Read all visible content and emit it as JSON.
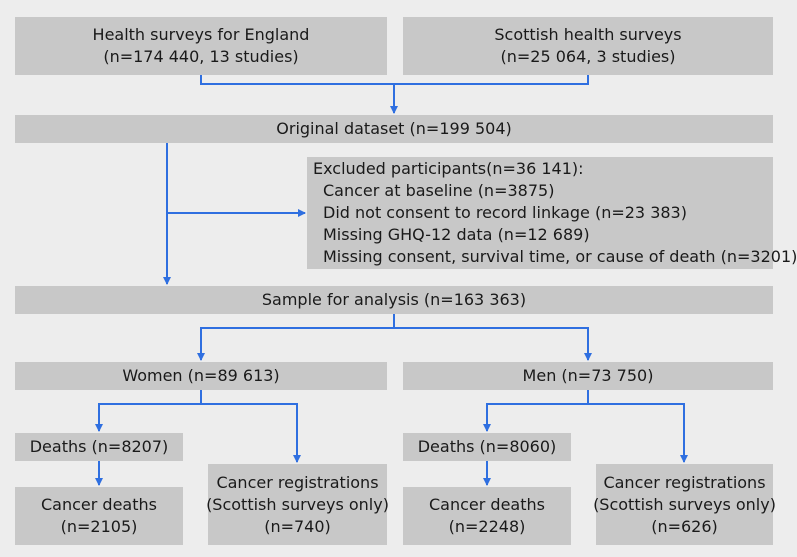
{
  "arrow_color": "#2f6fe0",
  "box_color": "#c8c8c8",
  "background_color": "#ededed",
  "boxes": {
    "hse": [
      "Health surveys for England",
      "(n=174 440, 13 studies)"
    ],
    "shs": [
      "Scottish health surveys",
      "(n=25 064, 3 studies)"
    ],
    "original": [
      "Original dataset (n=199 504)"
    ],
    "excluded": {
      "title": "Excluded participants(n=36 141):",
      "items": [
        "Cancer at baseline (n=3875)",
        "Did not consent to record linkage (n=23 383)",
        "Missing GHQ-12 data (n=12 689)",
        "Missing consent, survival time, or cause of death (n=3201)"
      ]
    },
    "sample": [
      "Sample for analysis (n=163 363)"
    ],
    "women": [
      "Women (n=89 613)"
    ],
    "men": [
      "Men (n=73 750)"
    ],
    "women_deaths": [
      "Deaths (n=8207)"
    ],
    "women_cancer_deaths": [
      "Cancer deaths",
      "(n=2105)"
    ],
    "women_cancer_reg": [
      "Cancer registrations",
      "(Scottish surveys only)",
      "(n=740)"
    ],
    "men_deaths": [
      "Deaths (n=8060)"
    ],
    "men_cancer_deaths": [
      "Cancer deaths",
      "(n=2248)"
    ],
    "men_cancer_reg": [
      "Cancer registrations",
      "(Scottish surveys only)",
      "(n=626)"
    ]
  }
}
